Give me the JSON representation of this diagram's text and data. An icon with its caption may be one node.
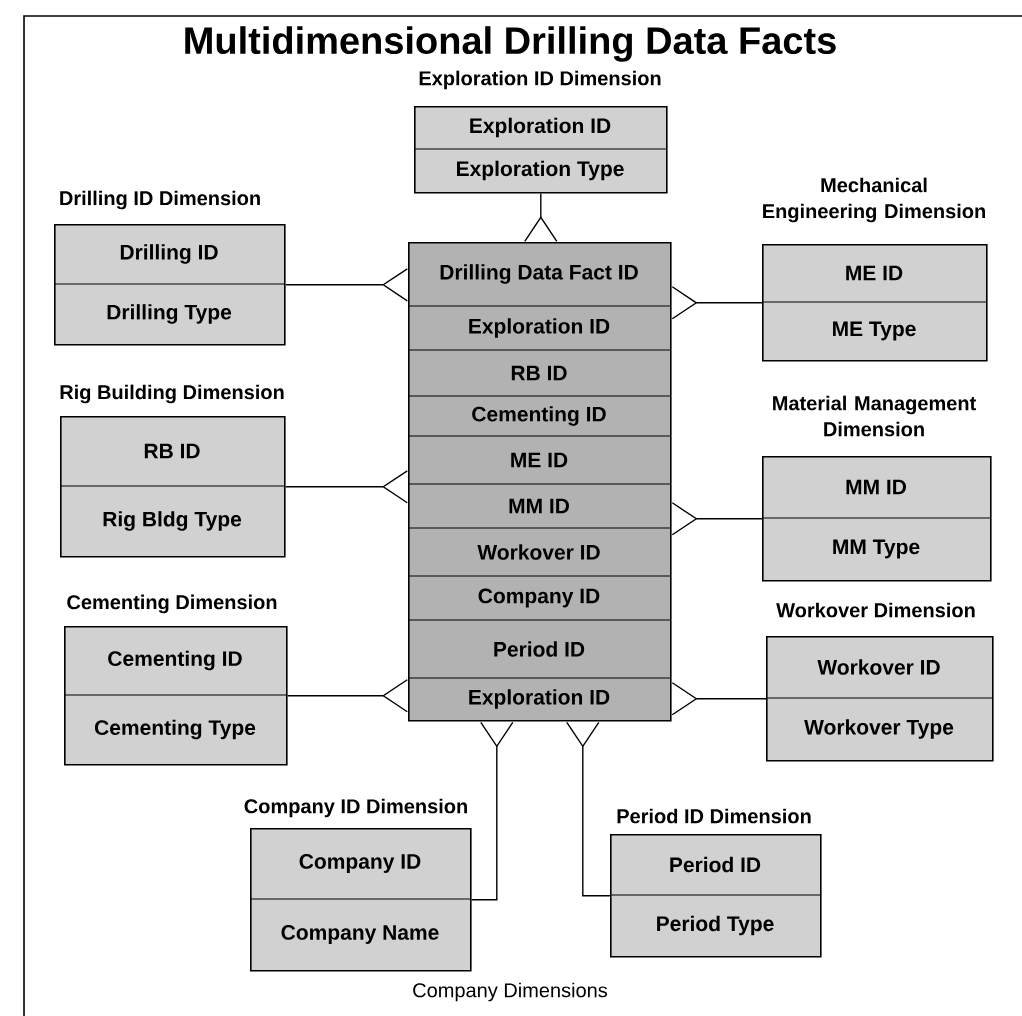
{
  "diagram": {
    "title": "Multidimensional Drilling Data Facts",
    "caption": "Company Dimensions",
    "nodes": [
      {
        "text": [
          "Exploration ID Dimension",
          "Exploration ID",
          "Exploration Type"
        ]
      },
      {
        "text": [
          "Drilling ID Dimension",
          "Drilling ID",
          "Drilling Type"
        ]
      },
      {
        "text": [
          "Drilling Data Fact ID",
          "Exploration ID",
          "RB ID",
          "Cementing ID",
          "ME ID",
          "MM ID",
          "Workover ID",
          "Company ID",
          "Period ID",
          "Exploration ID"
        ]
      },
      {
        "text": [
          "Mechanical Engineering Dimension",
          "ME ID",
          "ME Type"
        ]
      },
      {
        "text": [
          "Rig Building Dimension",
          "RB ID",
          "Rig Bldg Type"
        ]
      },
      {
        "text": [
          "Material Management Dimension",
          "MM ID",
          "MM Type"
        ]
      },
      {
        "text": [
          "Cementing Dimension",
          "Cementing ID",
          "Cementing Type"
        ]
      },
      {
        "text": [
          "Workover Dimension",
          "Workover ID",
          "Workover Type"
        ]
      },
      {
        "text": [
          "Company ID Dimension",
          "Company ID",
          "Company Name"
        ]
      },
      {
        "text": [
          "Period ID Dimension",
          "Period ID",
          "Period Type"
        ]
      }
    ],
    "edges": [
      {
        "from": 0,
        "to": 2,
        "arrow": "other"
      },
      {
        "from": 1,
        "to": 2,
        "arrow": "other"
      },
      {
        "from": 3,
        "to": 2,
        "arrow": "other"
      },
      {
        "from": 4,
        "to": 2,
        "arrow": "other"
      },
      {
        "from": 5,
        "to": 2,
        "arrow": "other"
      },
      {
        "from": 6,
        "to": 2,
        "arrow": "other"
      },
      {
        "from": 7,
        "to": 2,
        "arrow": "other"
      },
      {
        "from": 8,
        "to": 2,
        "arrow": "other"
      },
      {
        "from": 9,
        "to": 2,
        "arrow": "other"
      }
    ]
  }
}
